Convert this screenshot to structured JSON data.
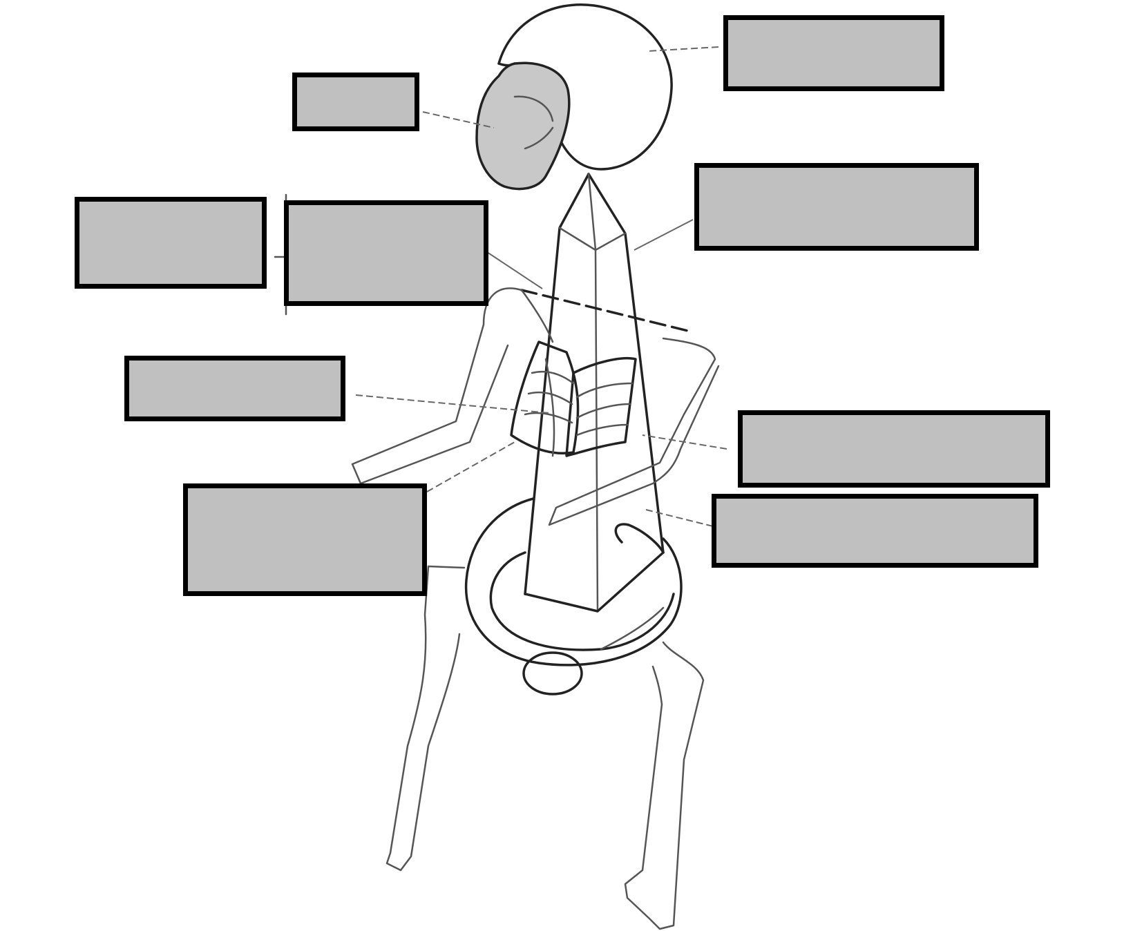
{
  "diagram": {
    "type": "labelled-skeleton-diagram",
    "label_boxes": [
      {
        "id": "box-cranium",
        "text": ""
      },
      {
        "id": "box-face",
        "text": ""
      },
      {
        "id": "box-spine",
        "text": ""
      },
      {
        "id": "box-shoulder-left",
        "text": ""
      },
      {
        "id": "box-clavicle",
        "text": ""
      },
      {
        "id": "box-ribs",
        "text": ""
      },
      {
        "id": "box-sternum",
        "text": ""
      },
      {
        "id": "box-arm",
        "text": ""
      },
      {
        "id": "box-pelvis",
        "text": ""
      }
    ],
    "colors": {
      "box_fill": "#c0c0c0",
      "box_border": "#000000",
      "line": "#222222",
      "face_shade": "#c8c8c8"
    }
  }
}
